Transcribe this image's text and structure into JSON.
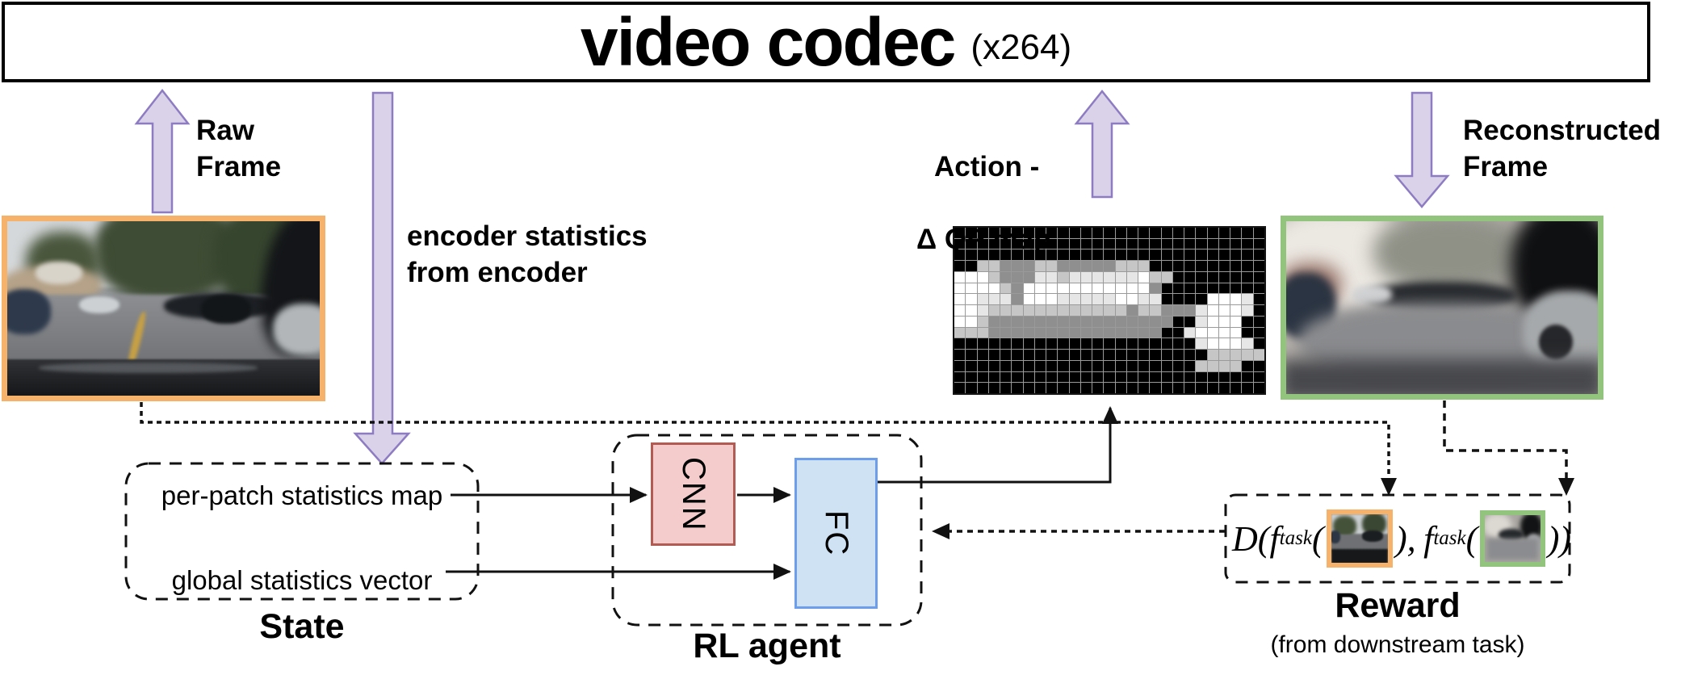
{
  "codec_box": {
    "title": "video codec",
    "subtitle": "(x264)"
  },
  "labels": {
    "raw_frame": "Raw\nFrame",
    "encoder_stats": "encoder statistics\nfrom encoder",
    "action_line1": "Action -",
    "action_line2": "Δ QP map",
    "reconstructed": "Reconstructed\nFrame"
  },
  "state_box": {
    "item1": "per-patch statistics map",
    "item2": "global statistics vector",
    "label": "State"
  },
  "rl_agent": {
    "cnn_label": "CNN",
    "fc_label": "FC",
    "label": "RL agent"
  },
  "reward_box": {
    "formula": {
      "D": "D(",
      "f1": "f",
      "sub1": "task",
      "lp1": "(",
      "mid": "),",
      "f2": "f",
      "sub2": "task",
      "lp2": "(",
      "end": "))"
    },
    "label": "Reward",
    "sublabel": "(from downstream task)"
  },
  "qp_map": {
    "palette": {
      "k": "#000000",
      "m": "#8f8f8f",
      "l": "#c6c6c6",
      "e": "#e6e6e6",
      "w": "#ffffff"
    },
    "rows": [
      "kkkkkkkkkkkkkkkkkkkkkkkkkkk",
      "kkkkkkkkkkkkkkkkkkkkkkkkkkk",
      "kkkkkkkkkkkkkkkkkkkkkkkkkkk",
      "kkllmmmllmmmmmlllkkkkkkkkkk",
      "wwwlmmmeeleeeeeewllkkkkkkkk",
      "wwwwlmwwwwwwwwwwwmkkkkkkkkk",
      "wweeemwwweeeeewweekkkkwwwek",
      "wwellllllllllllmllmmmewwwek",
      "wwlmmmmmmmmmmmmmmmmkkewwwkk",
      "lllmmmmmmmmmmmmmmmkkewwwwkk",
      "kkkkkkkkkkkkkkkkkkkkkewwwek",
      "kkkkkkkkkkkkkkkkkkkkkklllll",
      "kkkkkkkkkkkkkkkkkkkkkllllkk",
      "kkkkkkkkkkkkkkkkkkkkkkkkkkk",
      "kkkkkkkkkkkkkkkkkkkkkkkkkkk"
    ]
  },
  "colors": {
    "purple_fill": "#d9d2e9",
    "purple_stroke": "#8e7cc3",
    "orange_frame": "#f6b26b",
    "green_frame": "#93c47d",
    "cnn_fill": "#f4cccc",
    "cnn_border": "#b25b52",
    "fc_fill": "#cfe2f3",
    "fc_border": "#6d9eeb",
    "line": "#111111"
  }
}
